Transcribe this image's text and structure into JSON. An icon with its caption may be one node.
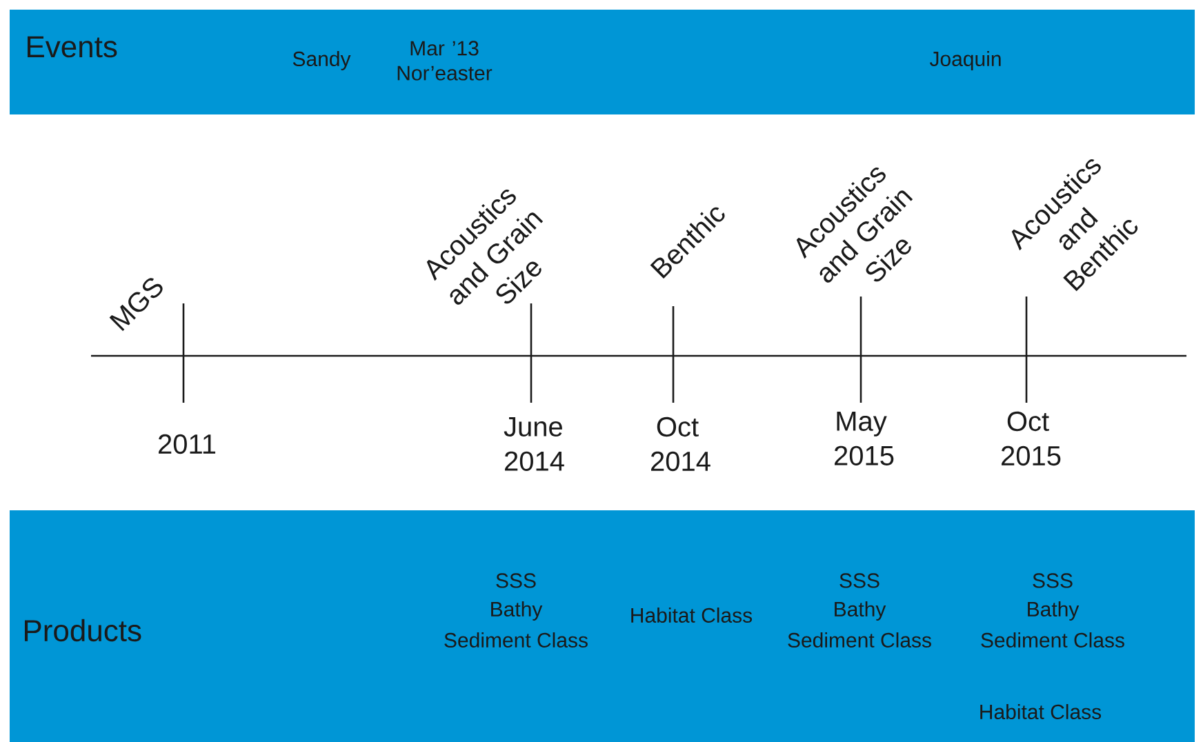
{
  "diagram": {
    "nodes": [
      {
        "text": [
          "Events",
          "Sandy",
          "Mar ’13 Nor’easter",
          "Joaquin"
        ]
      },
      {
        "text": [
          "Products",
          "SSS",
          "Bathy",
          "Sediment Class",
          "Habitat Class",
          "SSS",
          "Bathy",
          "Sediment Class",
          "SSS",
          "Bathy",
          "Sediment Class",
          "Habitat Class"
        ]
      }
    ],
    "labels": [
      "MGS",
      "Acoustics and Grain Size",
      "Benthic",
      "Acoustics and Grain Size",
      "Acoustics and Benthic",
      "2011",
      "June 2014",
      "Oct 2014",
      "May 2015",
      "Oct 2015"
    ]
  }
}
